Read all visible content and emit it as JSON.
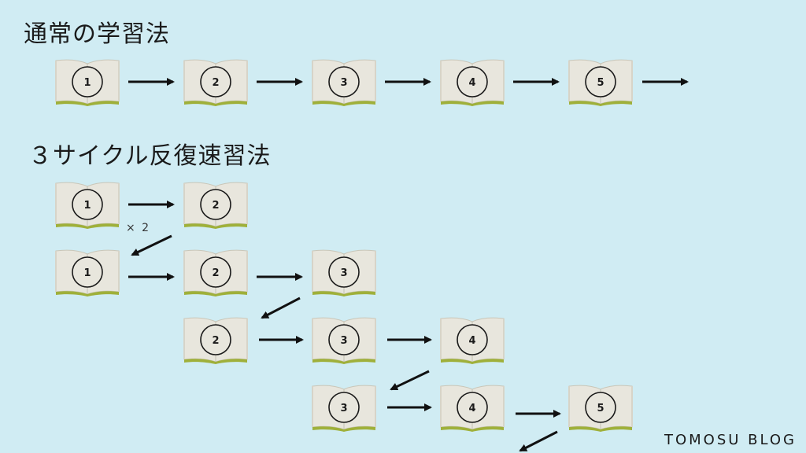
{
  "titles": {
    "normal": "通常の学習法",
    "cycle": "３サイクル反復速習法"
  },
  "multiplier": "× 2",
  "brand": "TOMOSU BLOG",
  "books": {
    "normal": [
      "1",
      "2",
      "3",
      "4",
      "5"
    ],
    "cycle_row1": [
      "1",
      "2"
    ],
    "cycle_row2": [
      "1",
      "2",
      "3"
    ],
    "cycle_row3": [
      "2",
      "3",
      "4"
    ],
    "cycle_row4": [
      "3",
      "4",
      "5"
    ]
  },
  "colors": {
    "background": "#d0ecf3",
    "page": "#e8e6dd",
    "edge": "#9fb03a",
    "ink": "#1a1a1a"
  }
}
